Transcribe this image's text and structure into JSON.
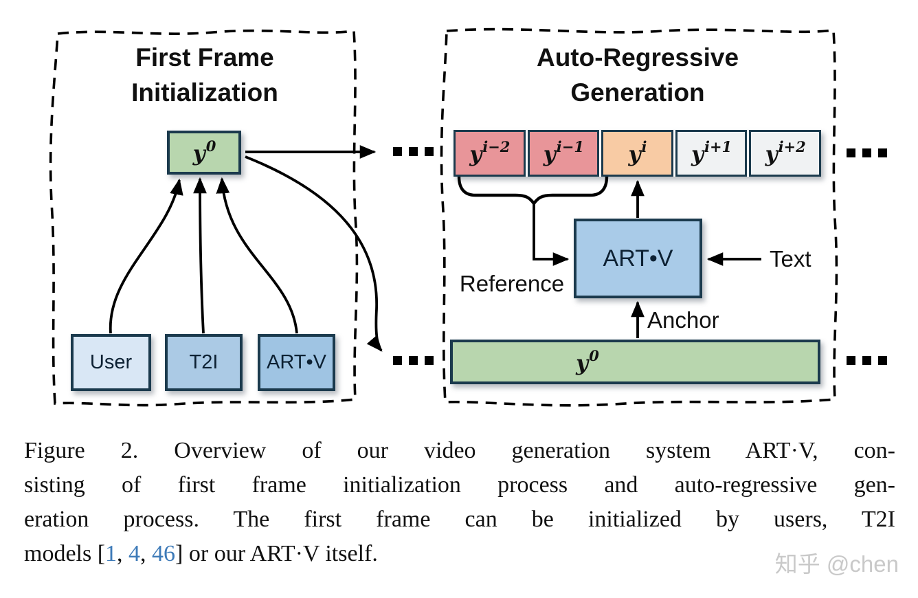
{
  "figure": {
    "left_panel": {
      "title_line1": "First Frame",
      "title_line2": "Initialization",
      "first_frame": {
        "base": "y",
        "sup": "0"
      },
      "sources": [
        {
          "label": "User"
        },
        {
          "label": "T2I"
        },
        {
          "label": "ART•V"
        }
      ]
    },
    "right_panel": {
      "title_line1": "Auto-Regressive",
      "title_line2": "Generation",
      "frames": [
        {
          "base": "y",
          "sup": "i−2"
        },
        {
          "base": "y",
          "sup": "i−1"
        },
        {
          "base": "y",
          "sup": "i"
        },
        {
          "base": "y",
          "sup": "i+1"
        },
        {
          "base": "y",
          "sup": "i+2"
        }
      ],
      "model_label": "ART•V",
      "reference_label": "Reference",
      "text_label": "Text",
      "anchor_label": "Anchor",
      "anchor_frame": {
        "base": "y",
        "sup": "0"
      }
    }
  },
  "caption": {
    "line1": "Figure 2.  Overview of our video generation system ART·V, con-",
    "line2": "sisting of first frame initialization process and auto-regressive gen-",
    "line3": "eration process.  The first frame can be initialized by users, T2I",
    "line4_pre": "models [",
    "citations": [
      "1",
      "4",
      "46"
    ],
    "line4_sep": ", ",
    "line4_post": "] or our ART·V itself."
  },
  "watermark": "知乎 @chen",
  "colors": {
    "first_frame_green": "#b8d6ae",
    "user_box_blue": "#d9e7f5",
    "t2i_box_blue": "#abcae5",
    "artv_source_blue": "#9fc4e3",
    "artv_model_blue": "#a9cbe8",
    "past_frame_red": "#e89599",
    "current_frame_orange": "#f8cba4",
    "future_frame_gray": "#f0f2f3",
    "box_border_navy": "#1b3a4d",
    "citation_blue": "#3d7ab8",
    "watermark_gray": "#c9c9c9"
  }
}
